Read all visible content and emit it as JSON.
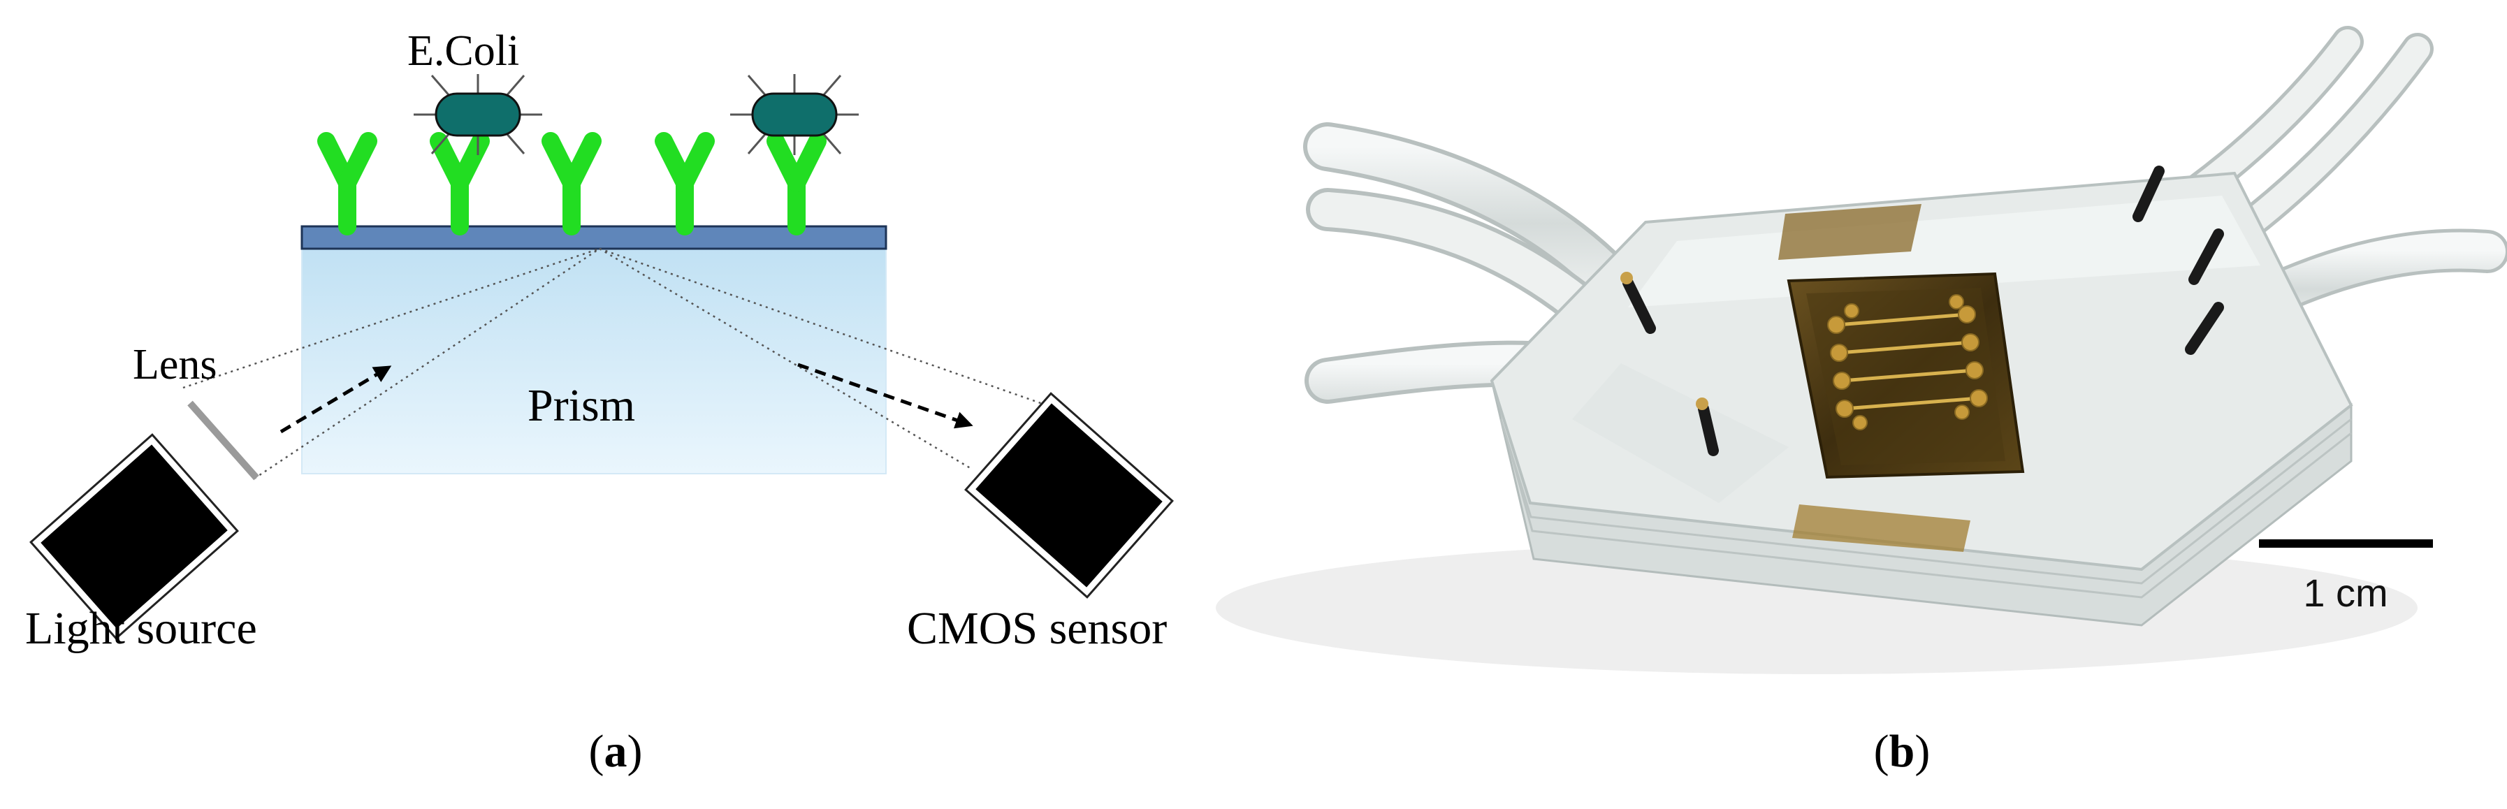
{
  "panel_a": {
    "labels": {
      "ecoli": "E.Coli",
      "lens": "Lens",
      "prism": "Prism",
      "light_source": "Light source",
      "cmos_sensor": "CMOS sensor"
    },
    "caption_open": "(",
    "caption_letter": "a",
    "caption_close": ")",
    "colors": {
      "antibody": "#22dd22",
      "bacteria": "#0f6f6b",
      "gold_film": "#5f86ba",
      "prism_top": "#bfe0f3",
      "prism_bottom": "#eaf6fd",
      "device": "#000000"
    }
  },
  "panel_b": {
    "scale_bar_label": "1 cm",
    "caption_open": "(",
    "caption_letter": "b",
    "caption_close": ")",
    "colors": {
      "chip": "#5a4416",
      "gold": "#c79a3a",
      "acrylic": "#e7ebea",
      "tube": "#e1e5e4"
    }
  }
}
